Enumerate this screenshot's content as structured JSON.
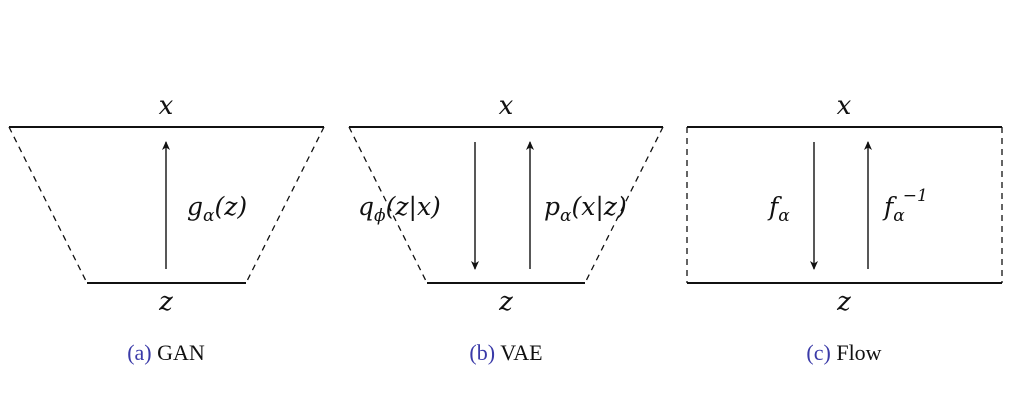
{
  "panels": [
    {
      "id": "gan",
      "top_label": "x",
      "bottom_label": "z",
      "arrow_up": {
        "base": "g",
        "sub": "α",
        "arg": "(z)"
      },
      "caption_letter": "(a)",
      "caption_text": "GAN"
    },
    {
      "id": "vae",
      "top_label": "x",
      "bottom_label": "z",
      "arrow_down": {
        "base": "q",
        "sub": "ϕ",
        "arg": "(z|x)"
      },
      "arrow_up": {
        "base": "p",
        "sub": "α",
        "arg": "(x|z)"
      },
      "caption_letter": "(b)",
      "caption_text": "VAE"
    },
    {
      "id": "flow",
      "top_label": "x",
      "bottom_label": "z",
      "arrow_down": {
        "base": "f",
        "sub": "α"
      },
      "arrow_up": {
        "base": "f",
        "sub": "α",
        "sup": "−1"
      },
      "caption_letter": "(c)",
      "caption_text": "Flow"
    }
  ],
  "colors": {
    "caption_letter": "#3a3aa8",
    "ink": "#111111"
  }
}
